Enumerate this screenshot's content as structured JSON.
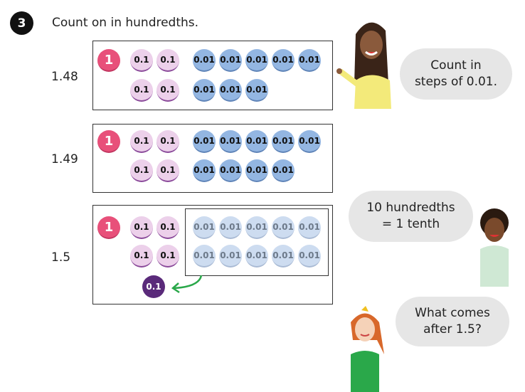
{
  "question": {
    "number": "3",
    "title": "Count on in hundredths."
  },
  "rows": [
    {
      "label": "1.48",
      "ones": 1,
      "tenths": 4,
      "hundredths": 8,
      "faded_hundredths": 0,
      "exchanged_tenth": false
    },
    {
      "label": "1.49",
      "ones": 1,
      "tenths": 4,
      "hundredths": 9,
      "faded_hundredths": 0,
      "exchanged_tenth": false
    },
    {
      "label": "1.5",
      "ones": 1,
      "tenths": 4,
      "hundredths": 0,
      "faded_hundredths": 10,
      "exchanged_tenth": true
    }
  ],
  "counter_labels": {
    "one": "1",
    "tenth": "0.1",
    "hundredth": "0.01"
  },
  "bubbles": {
    "top": "Count in steps of 0.01.",
    "middle": "10 hundredths = 1 tenth",
    "bottom": "What comes after 1.5?"
  },
  "colors": {
    "one": "#e8507a",
    "tenth": "#ecd0ea",
    "hundredth": "#93b6e2",
    "exchanged": "#5a2a7a",
    "arrow": "#2aa84a"
  }
}
